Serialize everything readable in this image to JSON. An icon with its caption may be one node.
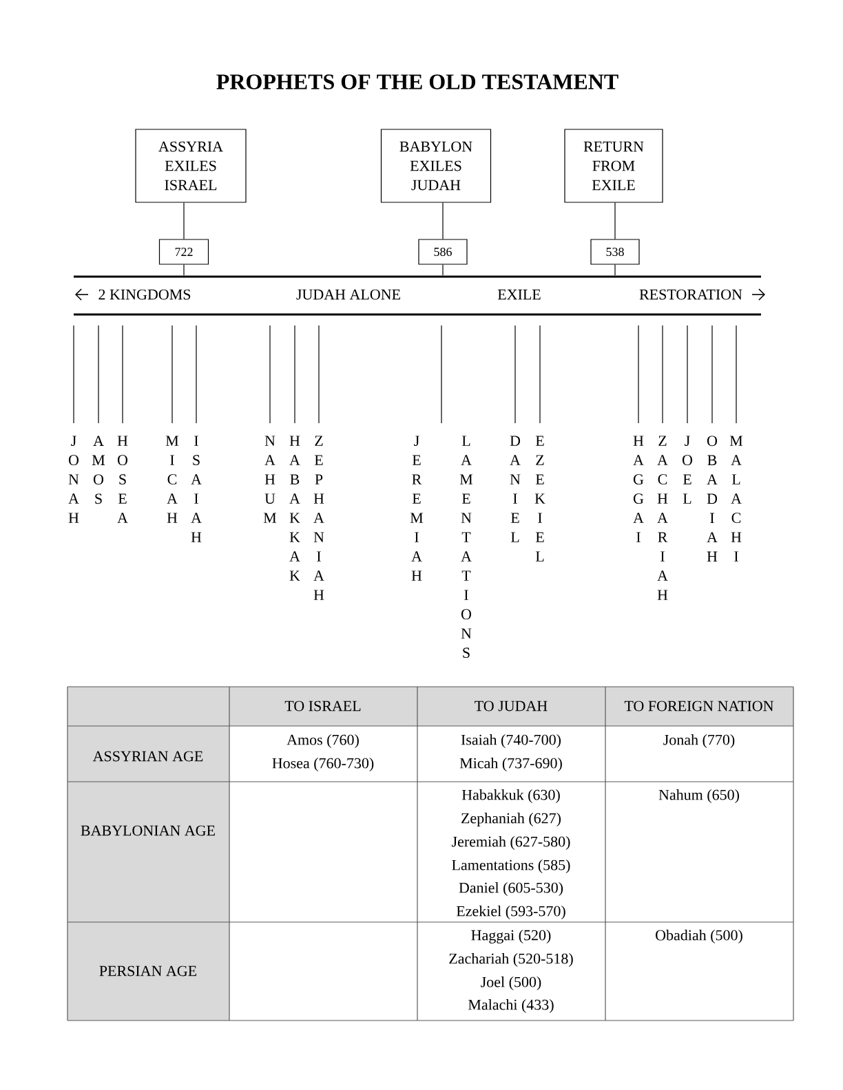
{
  "diagram": {
    "title": "PROPHETS OF THE OLD TESTAMENT",
    "nodes": [
      {
        "text": [
          "ASSYRIA EXILES ISRAEL"
        ]
      },
      {
        "text": [
          "BABYLON EXILES JUDAH"
        ]
      },
      {
        "text": [
          "RETURN FROM EXILE"
        ]
      },
      {
        "text": [
          "722"
        ]
      },
      {
        "text": [
          "586"
        ]
      },
      {
        "text": [
          "538"
        ]
      },
      {
        "text": [],
        "shape": "bar"
      }
    ],
    "edges": [
      {
        "from": 0,
        "to": 3,
        "arrow": "none"
      },
      {
        "from": 1,
        "to": 4,
        "arrow": "none"
      },
      {
        "from": 2,
        "to": 5,
        "arrow": "none"
      },
      {
        "from": 3,
        "to": 6,
        "arrow": "none"
      },
      {
        "from": 4,
        "to": 6,
        "arrow": "none"
      },
      {
        "from": 5,
        "to": 6,
        "arrow": "none"
      }
    ],
    "labels": [
      "2 KINGDOMS",
      "JUDAH ALONE",
      "EXILE",
      "RESTORATION",
      "JONAH",
      "AMOS",
      "HOSEA",
      "MICAH",
      "ISAIAH",
      "NAHUM",
      "HABAKKAK",
      "ZEPHANIAH",
      "JEREMIAH",
      "LAMENTATIONS",
      "DANIEL",
      "EZEKIEL",
      "HAGGAI",
      "ZACHARIAH",
      "JOEL",
      "OBADIAH",
      "MALACHI",
      "TO ISRAEL",
      "TO JUDAH",
      "TO FOREIGN NATION",
      "ASSYRIAN AGE",
      "Amos (760)",
      "Hosea (760-730)",
      "Isaiah (740-700)",
      "Micah (737-690)",
      "Jonah (770)",
      "BABYLONIAN AGE",
      "Habakkuk (630)",
      "Zephaniah (627)",
      "Jeremiah (627-580)",
      "Lamentations (585)",
      "Daniel (605-530)",
      "Ezekiel (593-570)",
      "Nahum (650)",
      "PERSIAN AGE",
      "Haggai (520)",
      "Zachariah (520-518)",
      "Joel (500)",
      "Malachi (433)",
      "Obadiah (500)"
    ]
  }
}
